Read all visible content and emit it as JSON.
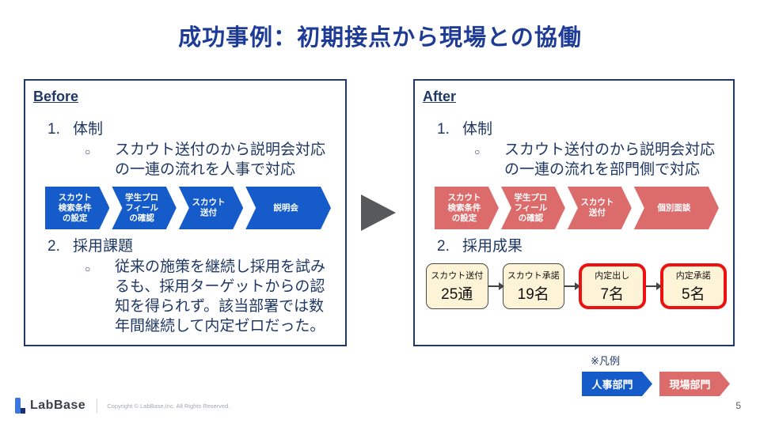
{
  "slide": {
    "title": "成功事例：初期接点から現場との協働",
    "page_number": "5"
  },
  "before": {
    "heading": "Before",
    "sections": [
      {
        "num": "1.",
        "title": "体制",
        "marker": "○",
        "bullet": "スカウト送付のから説明会対応\nの一連の流れを人事で対応"
      },
      {
        "num": "2.",
        "title": "採用課題",
        "marker": "○",
        "bullet": "従来の施策を継続し採用を試み\nるも、採用ターゲットからの認\n知を得られず。該当部署では数\n年間継続して内定ゼロだった。"
      }
    ],
    "flow_steps": [
      "スカウト\n検索条件\nの設定",
      "学生プロ\nフィール\nの確認",
      "スカウト\n送付",
      "説明会"
    ]
  },
  "after": {
    "heading": "After",
    "sections": [
      {
        "num": "1.",
        "title": "体制",
        "marker": "○",
        "bullet": "スカウト送付のから説明会対応\nの一連の流れを部門側で対応"
      },
      {
        "num": "2.",
        "title": "採用成果"
      }
    ],
    "flow_steps": [
      "スカウト\n検索条件\nの設定",
      "学生プロ\nフィール\nの確認",
      "スカウト\n送付",
      "個別面談"
    ],
    "funnel": [
      {
        "label": "スカウト送付",
        "value": "25通",
        "highlighted": false
      },
      {
        "label": "スカウト承諾",
        "value": "19名",
        "highlighted": false
      },
      {
        "label": "内定出し",
        "value": "7名",
        "highlighted": true
      },
      {
        "label": "内定承諾",
        "value": "5名",
        "highlighted": true
      }
    ]
  },
  "legend": {
    "note": "※凡例",
    "items": [
      {
        "label": "人事部門",
        "color": "#155bca"
      },
      {
        "label": "現場部門",
        "color": "#dc6b6b"
      }
    ]
  },
  "footer": {
    "brand": "LabBase",
    "copyright": "Copyright ©  LabBase,Inc. All Rights Reserved."
  },
  "colors": {
    "title_navy": "#1e3c96",
    "body_navy": "#1f3864",
    "flow_blue": "#155bca",
    "flow_red": "#dc6b6b",
    "funnel_fill": "#fdf3d6",
    "highlight_red": "#ee1111",
    "center_arrow_gray": "#58595b"
  }
}
